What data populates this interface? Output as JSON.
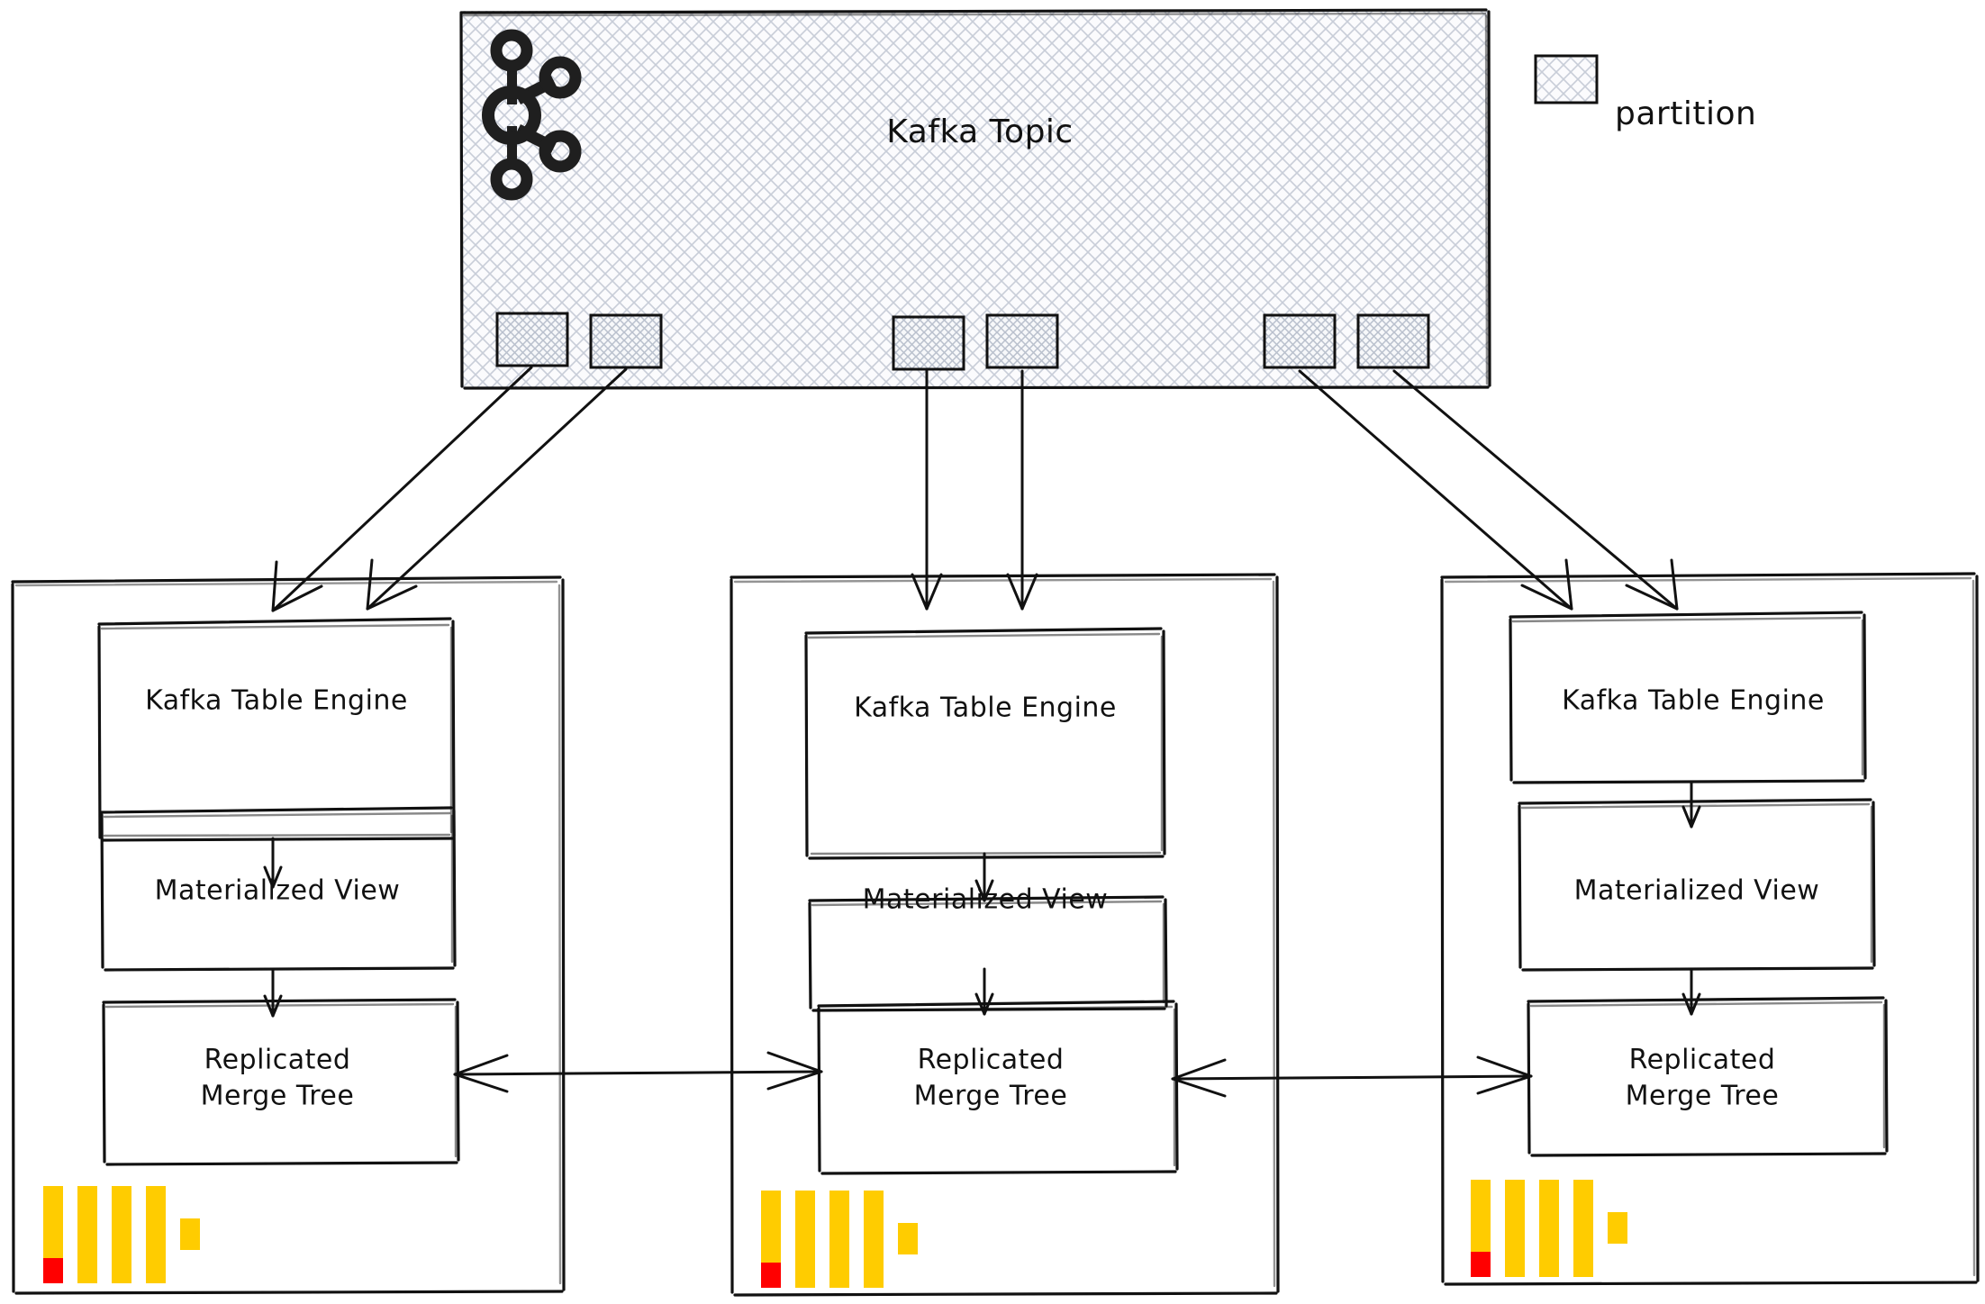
{
  "diagram": {
    "title": "Kafka to ClickHouse ingestion topology",
    "style": "hand-drawn sketch",
    "background_color": "#ffffff",
    "stroke_color": "#111111"
  },
  "legend": {
    "label": "partition",
    "swatch_fill": "crosshatch-light",
    "swatch_color": "#c8cdd8"
  },
  "kafka_topic": {
    "label": "Kafka Topic",
    "icon": "kafka-logo",
    "fill": "crosshatch-light",
    "partitions": [
      {
        "id": "p0",
        "label": ""
      },
      {
        "id": "p1",
        "label": ""
      },
      {
        "id": "p2",
        "label": ""
      },
      {
        "id": "p3",
        "label": ""
      },
      {
        "id": "p4",
        "label": ""
      },
      {
        "id": "p5",
        "label": ""
      }
    ]
  },
  "nodes": [
    {
      "id": "node-1",
      "logo": "clickhouse-logo",
      "boxes": [
        {
          "id": "kafka-table-engine",
          "label": "Kafka Table Engine"
        },
        {
          "id": "materialized-view",
          "label": "Materialized View"
        },
        {
          "id": "replicated-merge-tree",
          "label_line1": "Replicated",
          "label_line2": "Merge Tree"
        }
      ]
    },
    {
      "id": "node-2",
      "logo": "clickhouse-logo",
      "boxes": [
        {
          "id": "kafka-table-engine",
          "label": "Kafka Table Engine"
        },
        {
          "id": "materialized-view",
          "label": "Materialized View"
        },
        {
          "id": "replicated-merge-tree",
          "label_line1": "Replicated",
          "label_line2": "Merge Tree"
        }
      ]
    },
    {
      "id": "node-3",
      "logo": "clickhouse-logo",
      "boxes": [
        {
          "id": "kafka-table-engine",
          "label": "Kafka Table Engine"
        },
        {
          "id": "materialized-view",
          "label": "Materialized View"
        },
        {
          "id": "replicated-merge-tree",
          "label_line1": "Replicated",
          "label_line2": "Merge Tree"
        }
      ]
    }
  ],
  "colors": {
    "clickhouse_yellow": "#FFCC00",
    "clickhouse_red": "#FF0000",
    "hatch": "#c8cdd8",
    "ink": "#111111"
  }
}
